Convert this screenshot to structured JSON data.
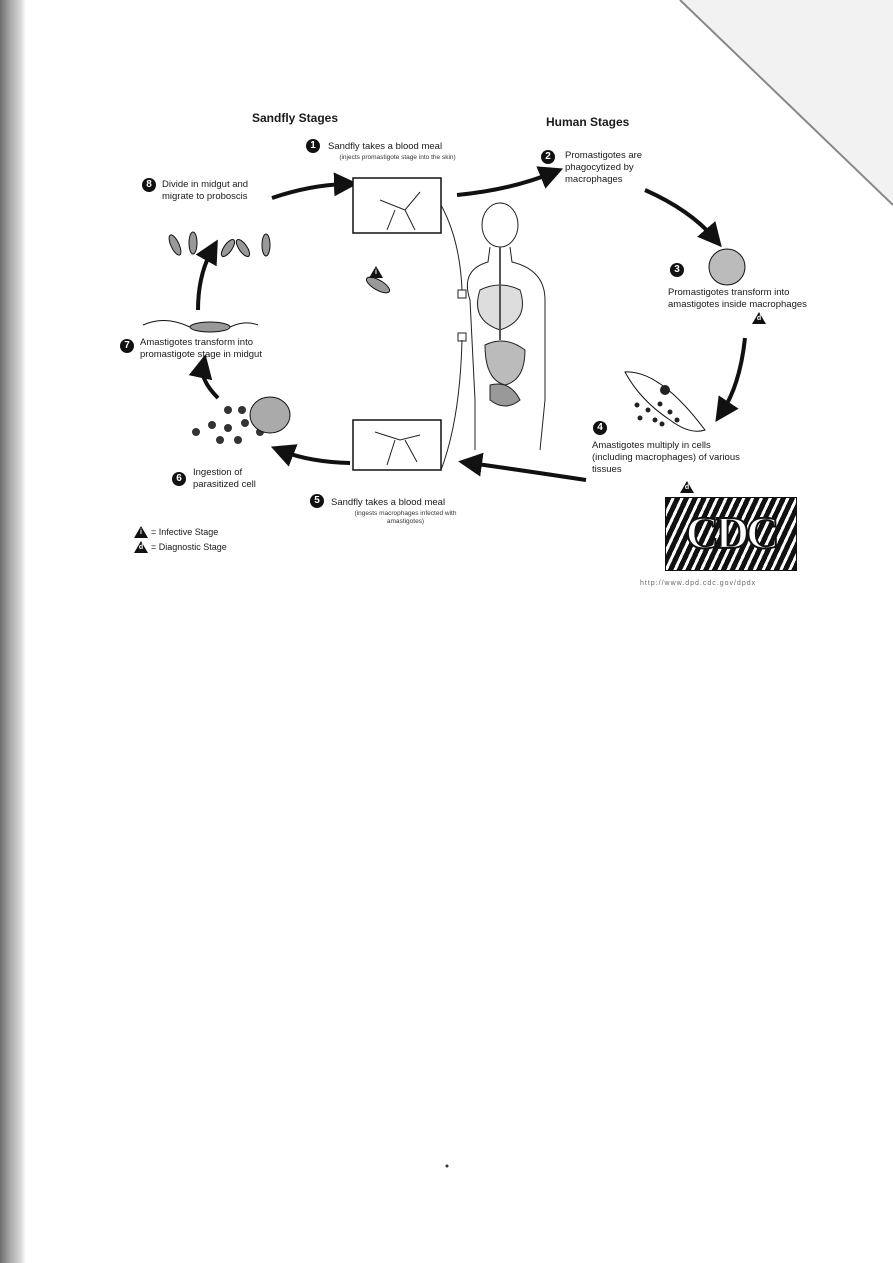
{
  "diagram": {
    "sandfly_heading": "Sandfly Stages",
    "human_heading": "Human Stages",
    "steps": [
      {
        "num": "1",
        "text": "Sandfly takes a blood meal",
        "sub": "(injects promastigote stage into the skin)"
      },
      {
        "num": "2",
        "text": "Promastigotes are phagocytized by macrophages"
      },
      {
        "num": "3",
        "text": "Promastigotes transform into amastigotes inside macrophages"
      },
      {
        "num": "4",
        "text": "Amastigotes multiply in cells (including macrophages) of various tissues"
      },
      {
        "num": "5",
        "text": "Sandfly takes a blood meal",
        "sub": "(ingests macrophages infected with amastigotes)"
      },
      {
        "num": "6",
        "text": "Ingestion of parasitized cell"
      },
      {
        "num": "7",
        "text": "Amastigotes transform into promastigote stage in midgut"
      },
      {
        "num": "8",
        "text": "Divide in midgut and migrate to proboscis"
      }
    ],
    "legend": {
      "infective_symbol": "i",
      "infective": "= Infective Stage",
      "diagnostic_symbol": "d",
      "diagnostic": "= Diagnostic Stage"
    },
    "logo": "CDC",
    "url": "http://www.dpd.cdc.gov/dpdx"
  }
}
